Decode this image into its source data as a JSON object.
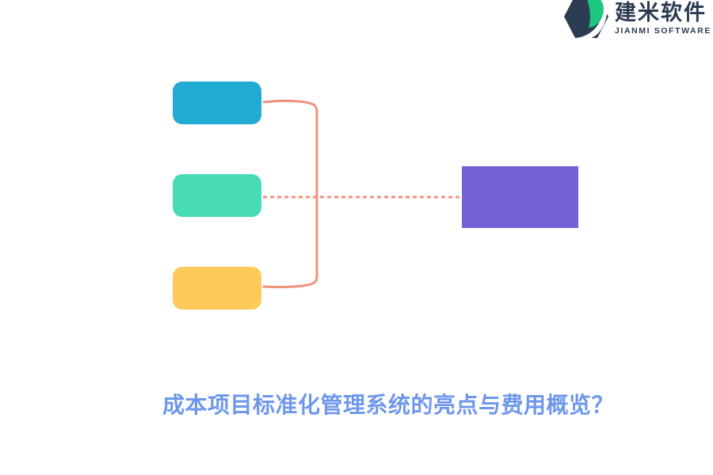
{
  "page": {
    "background": "#FFFFFF"
  },
  "logo": {
    "title": "建米软件",
    "subtitle": "JIANMI SOFTWARE",
    "icon": "hexagon-leaf-mark",
    "colors": {
      "navy": "#2C3C53",
      "green": "#1EC77E",
      "swoosh": "#FFFFFF"
    }
  },
  "heading": {
    "text": "成本项目标准化管理系统的亮点与费用概览？",
    "color": "#6E97EC"
  },
  "diagram": {
    "type": "mindmap-bracket",
    "connector_color": "#F0907B",
    "nodes": [
      {
        "id": "branch-top",
        "shape": "rounded-rect",
        "color": "#21AAD2"
      },
      {
        "id": "branch-middle",
        "shape": "rounded-rect",
        "color": "#47DCB6"
      },
      {
        "id": "branch-bottom",
        "shape": "rounded-rect",
        "color": "#FDC95B"
      },
      {
        "id": "root",
        "shape": "rect",
        "color": "#7560D6"
      }
    ],
    "connectors": [
      {
        "from": "branch-top",
        "to": "bracket",
        "style": "solid-curve"
      },
      {
        "from": "branch-bottom",
        "to": "bracket",
        "style": "solid-curve"
      },
      {
        "from": "branch-middle",
        "to": "root",
        "style": "dotted-line"
      }
    ]
  }
}
